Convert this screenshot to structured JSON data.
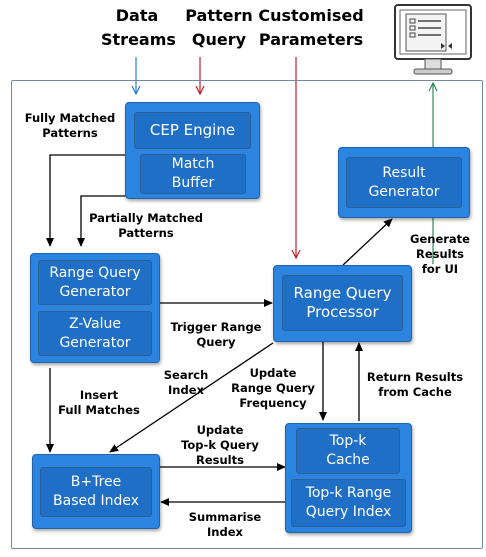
{
  "headers": {
    "data_streams": [
      "Data",
      "Streams"
    ],
    "pattern_query": [
      "Pattern",
      "Query"
    ],
    "customised_parameters": [
      "Customised",
      "Parameters"
    ]
  },
  "components": {
    "cep_engine": "CEP Engine",
    "match_buffer": [
      "Match",
      "Buffer"
    ],
    "result_generator": [
      "Result",
      "Generator"
    ],
    "range_query_generator": [
      "Range Query",
      "Generator"
    ],
    "z_value_generator": [
      "Z-Value",
      "Generator"
    ],
    "range_query_processor": [
      "Range Query",
      "Processor"
    ],
    "bptree_index": [
      "B+Tree",
      "Based Index"
    ],
    "topk_cache": [
      "Top-k",
      "Cache"
    ],
    "topk_range_query_index": [
      "Top-k Range",
      "Query Index"
    ]
  },
  "edge_labels": {
    "fully_matched": [
      "Fully Matched",
      "Patterns"
    ],
    "partially_matched": [
      "Partially Matched",
      "Patterns"
    ],
    "generate_results": [
      "Generate",
      "Results",
      "for UI"
    ],
    "trigger_range_query": [
      "Trigger Range",
      "Query"
    ],
    "search_index": [
      "Search",
      "Index"
    ],
    "insert_full_matches": [
      "Insert",
      "Full Matches"
    ],
    "update_frequency": [
      "Update",
      "Range Query",
      "Frequency"
    ],
    "return_results": [
      "Return Results",
      "from Cache"
    ],
    "update_topk": [
      "Update",
      "Top-k Query",
      "Results"
    ],
    "summarise_index": [
      "Summarise",
      "Index"
    ]
  },
  "colors": {
    "box_outer": "#2a84e0",
    "box_inner": "#1f6fc6",
    "data_streams_arrow": "#2a7fd0",
    "pattern_query_arrow": "#c0202a",
    "customised_parameters_arrow": "#c0202a",
    "ui_arrow": "#2e8b57"
  },
  "icons": {
    "display": "monitor-icon"
  }
}
